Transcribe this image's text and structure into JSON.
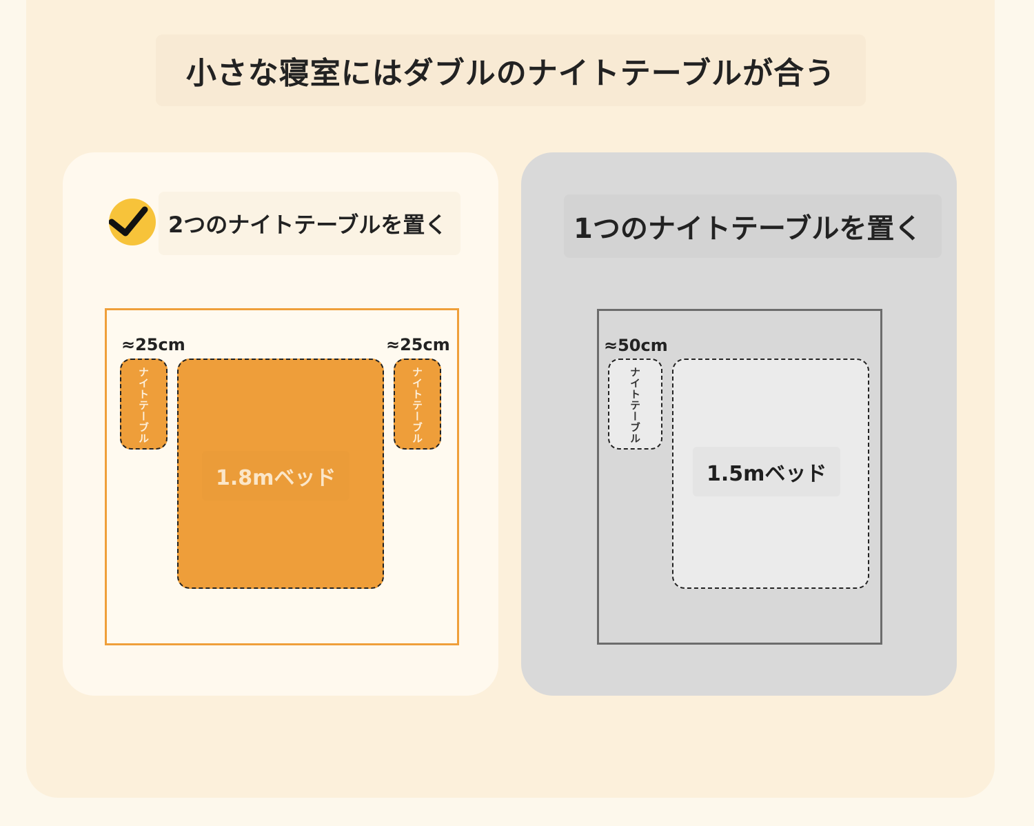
{
  "title": "小さな寝室にはダブルのナイトテーブルが合う",
  "colors": {
    "accent_orange": "#EE9E3A",
    "check_yellow": "#F7C33A",
    "grey_panel": "#D9D9D9"
  },
  "left_option": {
    "check_icon": "checkmark-icon",
    "heading": "2つのナイトテーブルを置く",
    "nightstand_left": {
      "dimension": "≈25cm",
      "label": "ナイトテーブル"
    },
    "nightstand_right": {
      "dimension": "≈25cm",
      "label": "ナイトテーブル"
    },
    "bed": {
      "label": "1.8mベッド"
    }
  },
  "right_option": {
    "heading": "1つのナイトテーブルを置く",
    "nightstand": {
      "dimension": "≈50cm",
      "label": "ナイトテーブル"
    },
    "bed": {
      "label": "1.5mベッド"
    }
  }
}
